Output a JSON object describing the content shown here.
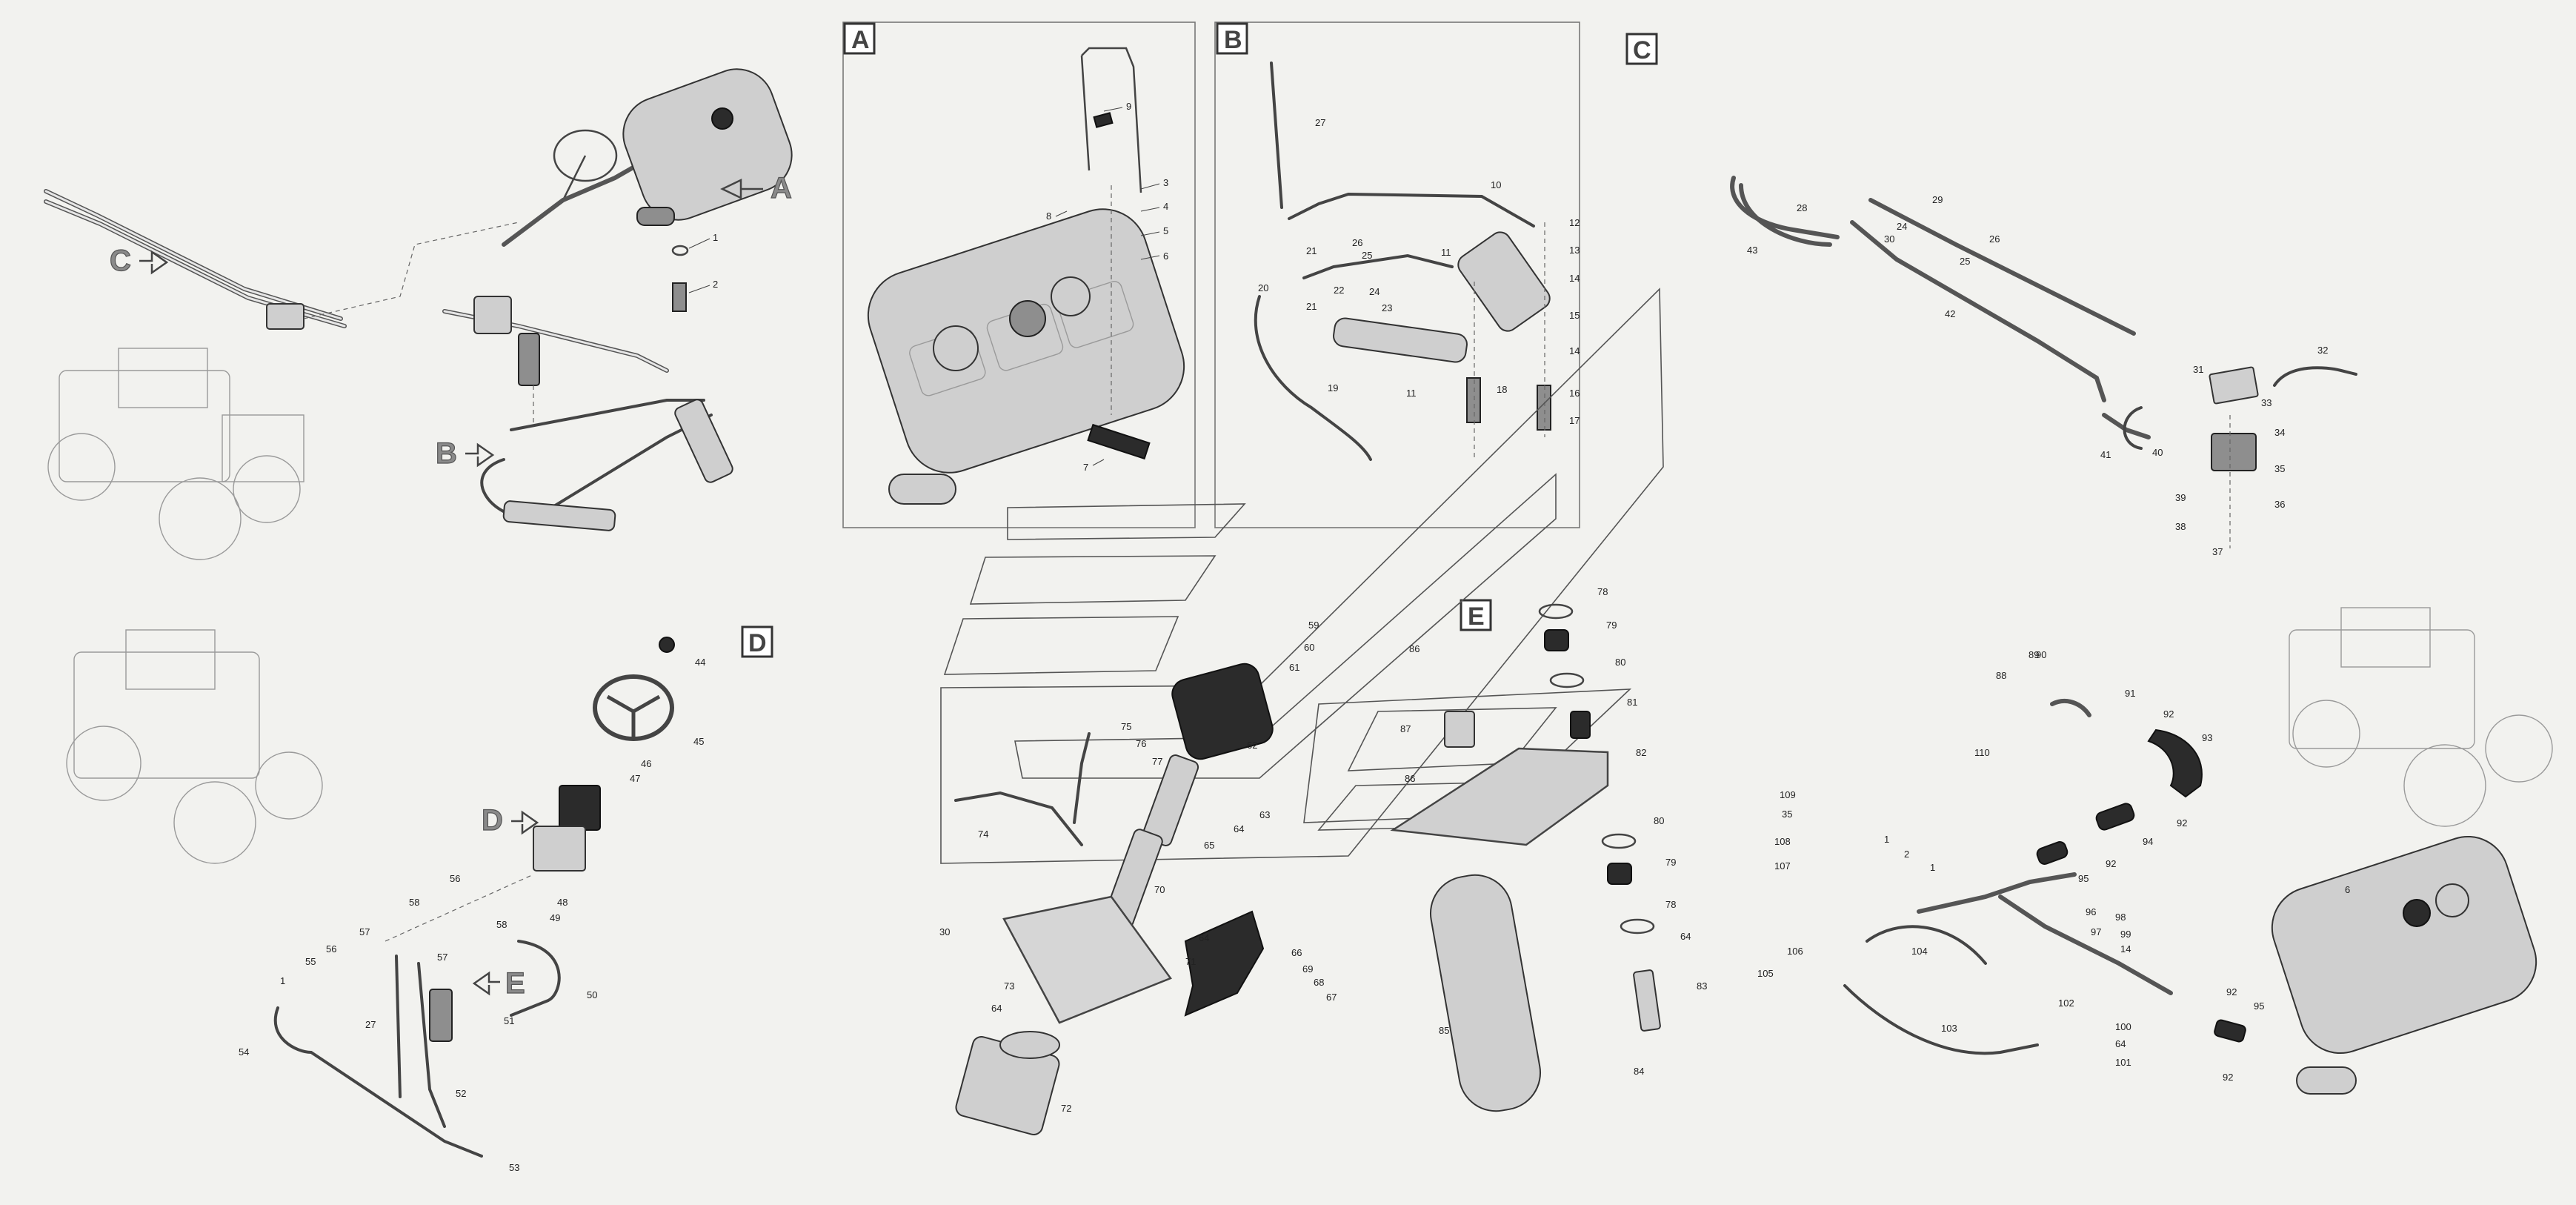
{
  "section_labels": [
    "A",
    "B",
    "C",
    "D",
    "E"
  ],
  "view_arrows": {
    "a": "A",
    "b": "B",
    "c": "C",
    "d": "D",
    "e": "E"
  },
  "callouts": {
    "A": [
      "9",
      "3",
      "4",
      "5",
      "6",
      "8",
      "7"
    ],
    "B": [
      "27",
      "10",
      "21",
      "26",
      "25",
      "22",
      "24",
      "23",
      "20",
      "21",
      "19",
      "11",
      "11",
      "18",
      "12",
      "13",
      "14",
      "15",
      "14",
      "16",
      "17"
    ],
    "C": [
      "28",
      "29",
      "26",
      "24",
      "25",
      "30",
      "43",
      "42",
      "31",
      "32",
      "33",
      "34",
      "41",
      "40",
      "35",
      "39",
      "36",
      "38",
      "37"
    ],
    "overview": [
      "1",
      "2"
    ],
    "D": [
      "44",
      "45",
      "46",
      "47",
      "56",
      "58",
      "58",
      "48",
      "49",
      "57",
      "57",
      "56",
      "55",
      "1",
      "54",
      "27",
      "52",
      "53",
      "51",
      "50"
    ],
    "E": [
      "78",
      "79",
      "80",
      "81",
      "82",
      "80",
      "79",
      "78",
      "64",
      "83",
      "84",
      "85",
      "86",
      "87",
      "86"
    ],
    "column": [
      "59",
      "60",
      "61",
      "62",
      "63",
      "64",
      "65",
      "75",
      "76",
      "77",
      "74",
      "70",
      "64",
      "71",
      "30",
      "73",
      "64",
      "72",
      "66",
      "69",
      "68",
      "67"
    ],
    "lines": [
      "89",
      "90",
      "88",
      "91",
      "92",
      "93",
      "110",
      "92",
      "94",
      "92",
      "95",
      "109",
      "35",
      "108",
      "1",
      "2",
      "1",
      "107",
      "96",
      "97",
      "98",
      "99",
      "14",
      "106",
      "104",
      "105",
      "102",
      "100",
      "64",
      "103",
      "101",
      "92",
      "95",
      "92",
      "6"
    ]
  }
}
